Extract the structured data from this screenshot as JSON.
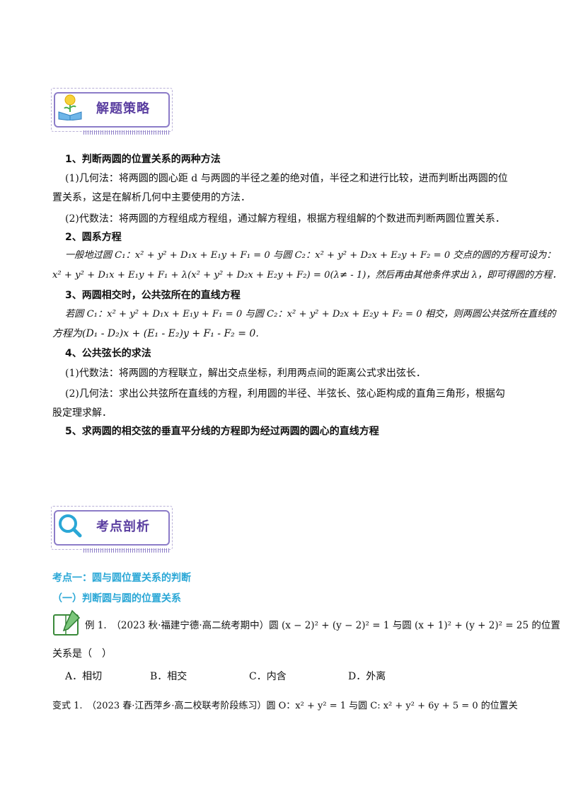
{
  "banners": {
    "strategy": "解题策略",
    "analysis": "考点剖析"
  },
  "strategy": {
    "h1": "1、判断两圆的位置关系的两种方法",
    "p1a": "(1)几何法：将两圆的圆心距 d 与两圆的半径之差的绝对值，半径之和进行比较，进而判断出两圆的位",
    "p1b": "置关系，这是在解析几何中主要使用的方法．",
    "p2": "(2)代数法：将两圆的方程组成方程组，通过解方程组，根据方程组解的个数进而判断两圆位置关系．",
    "h2": "2、圆系方程",
    "p3a": "一般地过圆 C₁：x² + y² + D₁x + E₁y + F₁ = 0 与圆 C₂：x² + y² + D₂x + E₂y + F₂ = 0 交点的圆的方程可设为：",
    "p3b": "x² + y² + D₁x + E₁y + F₁ + λ(x² + y² + D₂x + E₂y + F₂) = 0(λ≠ - 1)，然后再由其他条件求出 λ，即可得圆的方程．",
    "h3": "3、两圆相交时，公共弦所在的直线方程",
    "p4a": "若圆 C₁：x² + y² + D₁x + E₁y + F₁ = 0 与圆 C₂：x² + y² + D₂x + E₂y + F₂ = 0 相交，则两圆公共弦所在直线的",
    "p4b": "方程为(D₁ - D₂)x + (E₁ - E₂)y + F₁ - F₂ = 0.",
    "h4": "4、公共弦长的求法",
    "p5": "(1)代数法：将两圆的方程联立，解出交点坐标，利用两点间的距离公式求出弦长．",
    "p6a": "(2)几何法：求出公共弦所在直线的方程，利用圆的半径、半弦长、弦心距构成的直角三角形，根据勾",
    "p6b": "股定理求解．",
    "h5": "5、求两圆的相交弦的垂直平分线的方程即为经过两圆的圆心的直线方程"
  },
  "analysis": {
    "topic1": "考点一：圆与圆位置关系的判断",
    "sub1": "（一）判断圆与圆的位置关系",
    "example1a": "例 1.　（2023 秋·福建宁德·高二统考期中）圆 (x − 2)² + (y − 2)² = 1 与圆 (x + 1)² + (y + 2)² = 25 的位置",
    "example1b": "关系是（　）",
    "optA": "A．相切",
    "optB": "B．相交",
    "optC": "C．内含",
    "optD": "D．外离",
    "variant1": "变式 1.　（2023 春·江西萍乡·高二校联考阶段练习）圆 O：x² + y² = 1 与圆 C: x² + y² + 6y + 5 = 0 的位置关"
  },
  "colors": {
    "banner_border": "#8c7cc8",
    "banner_text": "#5a3ea0",
    "topic": "#2aa7d6"
  }
}
